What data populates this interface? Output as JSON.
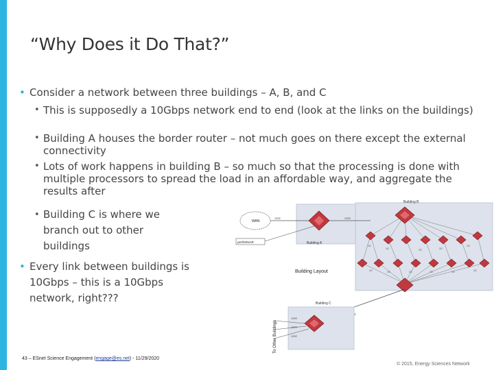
{
  "slide": {
    "title": "“Why Does it Do That?”",
    "bullets": [
      {
        "level": 1,
        "text": "Consider a network between three buildings – A, B, and C"
      },
      {
        "level": 2,
        "text": "This is supposedly a 10Gbps network end to end (look at the links on the buildings)"
      },
      {
        "level": 2,
        "text": "Building A houses the border router – not much goes on there except the external connectivity"
      },
      {
        "level": 2,
        "text": "Lots of work happens in building B – so much so that the processing is done with multiple processors to spread the load in an affordable way, and aggregate the results after"
      },
      {
        "level": 2,
        "text": "Building C is where we branch out to other buildings"
      },
      {
        "level": 1,
        "text": "Every link between buildings is 10Gbps – this is a 10Gbps network, right???"
      }
    ],
    "footer_left_prefix": "43 – ESnet Science Engagement (",
    "footer_left_link": "engage@es.net",
    "footer_left_suffix": ") - 11/29/2020",
    "footer_right": "© 2015, Energy Sciences Network"
  },
  "diagram": {
    "building_a_label": "Building A",
    "building_b_label": "Building B",
    "building_c_label": "Building C",
    "wan_label": "WAN",
    "perfsonar_label": "perfSONAR",
    "layout_label": "Building Layout",
    "other_buildings_label": "To Other Buildings",
    "link_10ge": "10GE",
    "link_1g": "1G",
    "accent_red": "#c0393f",
    "box_fill": "#dde2ec"
  }
}
